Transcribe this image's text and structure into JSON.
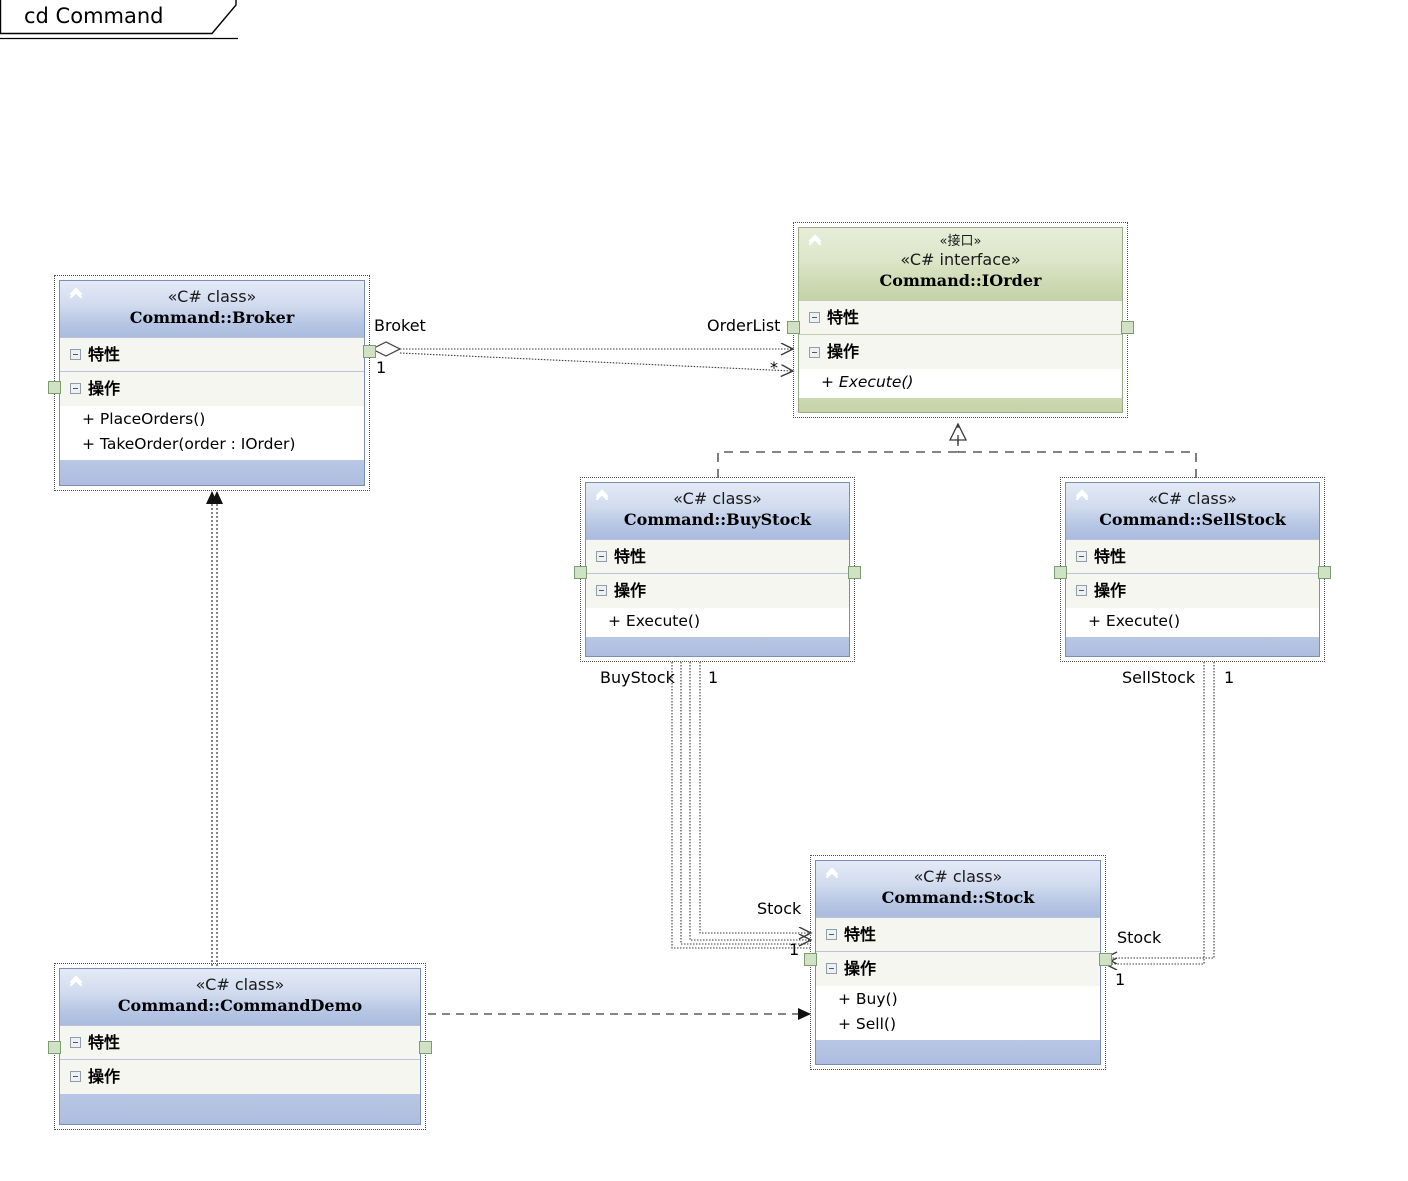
{
  "diagram": {
    "tab_label": "cd Command",
    "kind": "uml-class-diagram"
  },
  "icons": {
    "chevron_up": "«",
    "collapse_minus": "minus-box-icon"
  },
  "colors": {
    "class_header_top": "#e4eaf6",
    "class_header_bottom": "#aabbde",
    "class_border": "#7a8fb5",
    "interface_header_top": "#e7edd9",
    "interface_header_bottom": "#c6d3a9",
    "interface_border": "#9aab86",
    "compartment_bg": "#f4f6ef",
    "member_bg": "#ffffff",
    "handle_fill": "#cfe3c4",
    "handle_border": "#7e9c72",
    "line": "#4d4d4d",
    "page_bg": "#ffffff"
  },
  "nodes": {
    "broker": {
      "stereotype": "«C# class»",
      "name": "Command::Broker",
      "attributes_label": "特性",
      "operations_label": "操作",
      "attributes": [],
      "operations": [
        "+ PlaceOrders()",
        "+ TakeOrder(order : IOrder)"
      ]
    },
    "iorder": {
      "stereotype_cn": "«接口»",
      "stereotype": "«C# interface»",
      "name": "Command::IOrder",
      "attributes_label": "特性",
      "operations_label": "操作",
      "attributes": [],
      "operations": [
        "+ Execute()"
      ]
    },
    "buystock": {
      "stereotype": "«C# class»",
      "name": "Command::BuyStock",
      "attributes_label": "特性",
      "operations_label": "操作",
      "attributes": [],
      "operations": [
        "+ Execute()"
      ]
    },
    "sellstock": {
      "stereotype": "«C# class»",
      "name": "Command::SellStock",
      "attributes_label": "特性",
      "operations_label": "操作",
      "attributes": [],
      "operations": [
        "+ Execute()"
      ]
    },
    "stock": {
      "stereotype": "«C# class»",
      "name": "Command::Stock",
      "attributes_label": "特性",
      "operations_label": "操作",
      "attributes": [],
      "operations": [
        "+ Buy()",
        "+ Sell()"
      ]
    },
    "commanddemo": {
      "stereotype": "«C# class»",
      "name": "Command::CommandDemo",
      "attributes_label": "特性",
      "operations_label": "操作",
      "attributes": [],
      "operations": []
    }
  },
  "edges": {
    "broker_iorder": {
      "type": "aggregation",
      "source_role": "Broket",
      "source_mult": "1",
      "target_role": "OrderList",
      "target_mult": "*"
    },
    "buystock_stock": {
      "type": "association",
      "source_role": "BuyStock",
      "source_mult": "1",
      "target_role": "Stock",
      "target_mult": "1"
    },
    "sellstock_stock": {
      "type": "association",
      "source_role": "SellStock",
      "source_mult": "1",
      "target_role": "Stock",
      "target_mult": "1"
    },
    "buystock_iorder": {
      "type": "realization"
    },
    "sellstock_iorder": {
      "type": "realization"
    },
    "demo_broker": {
      "type": "dependency"
    },
    "demo_stock": {
      "type": "dependency"
    }
  }
}
